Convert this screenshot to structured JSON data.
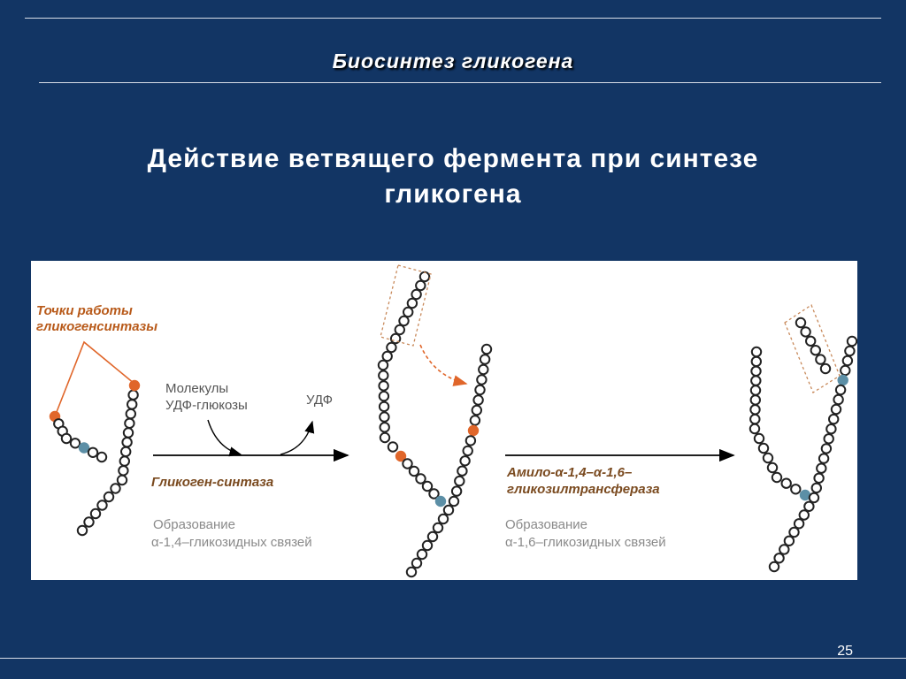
{
  "header": {
    "title": "Биосинтез  гликогена"
  },
  "slide": {
    "heading_line1": "Действие ветвящего фермента при синтезе",
    "heading_line2": "гликогена",
    "page_number": "25"
  },
  "figure": {
    "callout_line1": "Точки работы",
    "callout_line2": "гликогенсинтазы",
    "molecules_line1": "Молекулы",
    "molecules_line2": "УДФ-глюкозы",
    "udp_label": "УДФ",
    "enzyme1": "Гликоген-синтаза",
    "formation1_line1": "Образование",
    "formation1_line2": "α-1,4–гликозидных связей",
    "enzyme2_line1": "Амило-α-1,4–α-1,6–",
    "enzyme2_line2": "гликозилтрансфераза",
    "formation2_line1": "Образование",
    "formation2_line2": "α-1,6–гликозидных связей",
    "colors": {
      "orange": "#e0662a",
      "blue": "#5c8fa6",
      "enzyme_text": "#7a4a1f",
      "callout_text": "#b85a1a",
      "gray_text": "#8a8a8a"
    }
  }
}
